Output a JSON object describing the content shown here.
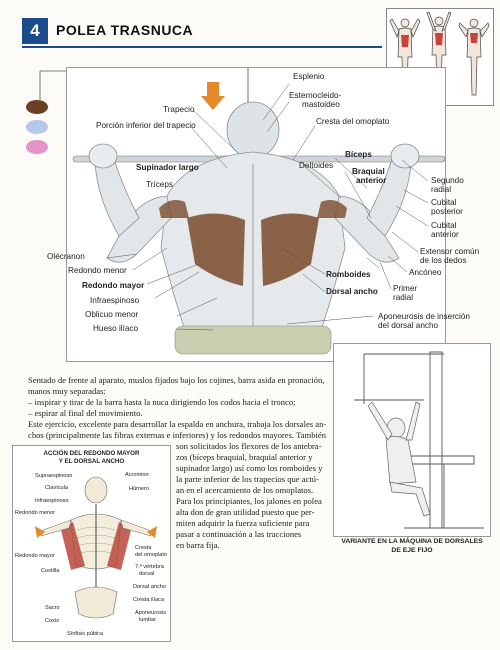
{
  "header": {
    "number": "4",
    "title": "POLEA TRASNUCA"
  },
  "colors": {
    "accent": "#1a4c8c",
    "swatch_brown": "#6b3f22",
    "swatch_blue": "#b5c8e8",
    "swatch_pink": "#e592c8"
  },
  "labels": {
    "esplenio": "Esplenio",
    "esternocleido": "Esternocleido-",
    "mastoideo": "mastoideo",
    "cresta_omoplato": "Cresta del omoplato",
    "trapecio": "Trapecio",
    "porcion_trapecio": "Porción inferior del trapecio",
    "supinador": "Supinador largo",
    "triceps": "Tríceps",
    "deltoides": "Deltoides",
    "biceps": "Bíceps",
    "braquial_1": "Braquial",
    "braquial_2": "anterior",
    "segundo_1": "Segundo",
    "segundo_2": "radial",
    "cubital_post_1": "Cubital",
    "cubital_post_2": "posterior",
    "cubital_ant_1": "Cubital",
    "cubital_ant_2": "anterior",
    "extensor_1": "Extensor común",
    "extensor_2": "de los dedos",
    "olecranon": "Olécranon",
    "redondo_menor": "Redondo menor",
    "redondo_mayor": "Redondo mayor",
    "infraespinoso": "Infraespinoso",
    "oblicuo": "Oblicuo menor",
    "hueso_iliaco": "Hueso ilíaco",
    "romboides": "Romboides",
    "dorsal_ancho": "Dorsal ancho",
    "anconeo": "Ancóneo",
    "primer_radial_1": "Primer",
    "primer_radial_2": "radial",
    "apon_1": "Aponeurosis de inserción",
    "apon_2": "del dorsal ancho"
  },
  "text": {
    "p1": "Sentado de frente al aparato, muslos fijados bajo los cojines, barra asida en pronación,",
    "p2": "manos muy separadas:",
    "p3": "– inspirar y tirar de la barra hasta la nuca dirigiendo los codos hacia el tronco;",
    "p4": "– espirar al final del movimiento.",
    "p5": "Este ejercicio, excelente para desarrollar la espalda en anchura, trabaja los dorsales an-",
    "p6": "chos (principalmente las fibras externas e inferiores) y los redondos mayores. También",
    "c1": "son solicitados los flexores de los antebra-",
    "c2": "zos (bíceps braquial, braquial anterior y",
    "c3": "supinador largo) así como los romboides y",
    "c4": "la parte inferior de los trapecios que actú-",
    "c5": "an en el acercamiento de los omoplatos.",
    "c6": "Para los principiantes, los jalones en polea",
    "c7": "alta don de gran utilidad puesto que per-",
    "c8": "miten adquirir la fuerza suficiente para",
    "c9": "pasar a continuación a las tracciones",
    "c10": "en barra fija."
  },
  "inset": {
    "title_1": "ACCIÓN DEL REDONDO MAYOR",
    "title_2": "Y EL DORSAL ANCHO",
    "supraespinoso": "Supraespinoso",
    "acromion": "Acromion",
    "clavicula": "Clavícula",
    "humero": "Húmero",
    "infraespinoso": "Infraespinoso",
    "redondo_menor": "Redondo menor",
    "redondo_mayor": "Redondo mayor",
    "cresta_1": "Cresta",
    "cresta_2": "del omoplato",
    "costilla": "Costilla",
    "vert_1": "7.ª vértebra",
    "vert_2": "dorsal",
    "dorsal_ancho": "Dorsal ancho",
    "cresta_iliaca": "Cresta ilíaca",
    "sacro": "Sacro",
    "apon_1": "Aponeurosis",
    "apon_2": "lumbar",
    "coxis": "Coxis",
    "sinfisis": "Sínfisis púbica"
  },
  "machine": {
    "caption_1": "VARIANTE EN LA MÁQUINA DE DORSALES",
    "caption_2": "DE EJE FIJO"
  }
}
